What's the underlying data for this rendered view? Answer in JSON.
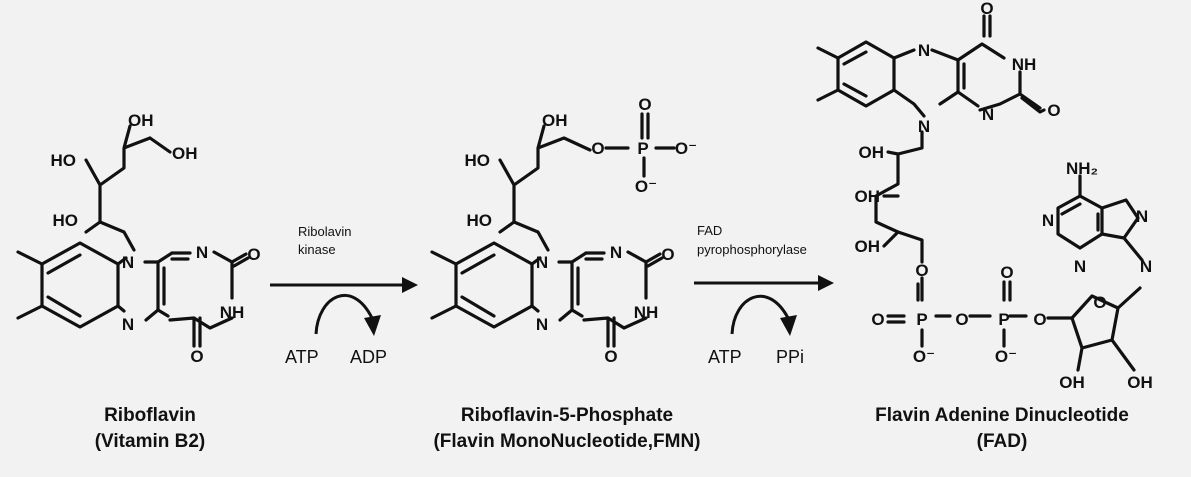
{
  "reaction": {
    "step1": {
      "enzyme_line1": "Ribolavin",
      "enzyme_line2": "kinase",
      "cosubstrate": "ATP",
      "coproduct": "ADP"
    },
    "step2": {
      "enzyme_line1": "FAD",
      "enzyme_line2": "pyrophosphorylase",
      "cosubstrate": "ATP",
      "coproduct": "PPi"
    }
  },
  "compounds": [
    {
      "name_line1": "Riboflavin",
      "name_line2": "(Vitamin B2)"
    },
    {
      "name_line1": "Riboflavin-5-Phosphate",
      "name_line2": "(Flavin MonoNucleotide,FMN)"
    },
    {
      "name_line1": "Flavin Adenine Dinucleotide",
      "name_line2": "(FAD)"
    }
  ],
  "atoms": {
    "O": "O",
    "N": "N",
    "NH": "NH",
    "OH": "OH",
    "HO": "HO",
    "P": "P",
    "O_minus": "O⁻",
    "NH2": "NH₂",
    "O_link": "O",
    "P_dbl": "P"
  },
  "colors": {
    "ink": "#111111",
    "background": "#f2f2f2"
  }
}
